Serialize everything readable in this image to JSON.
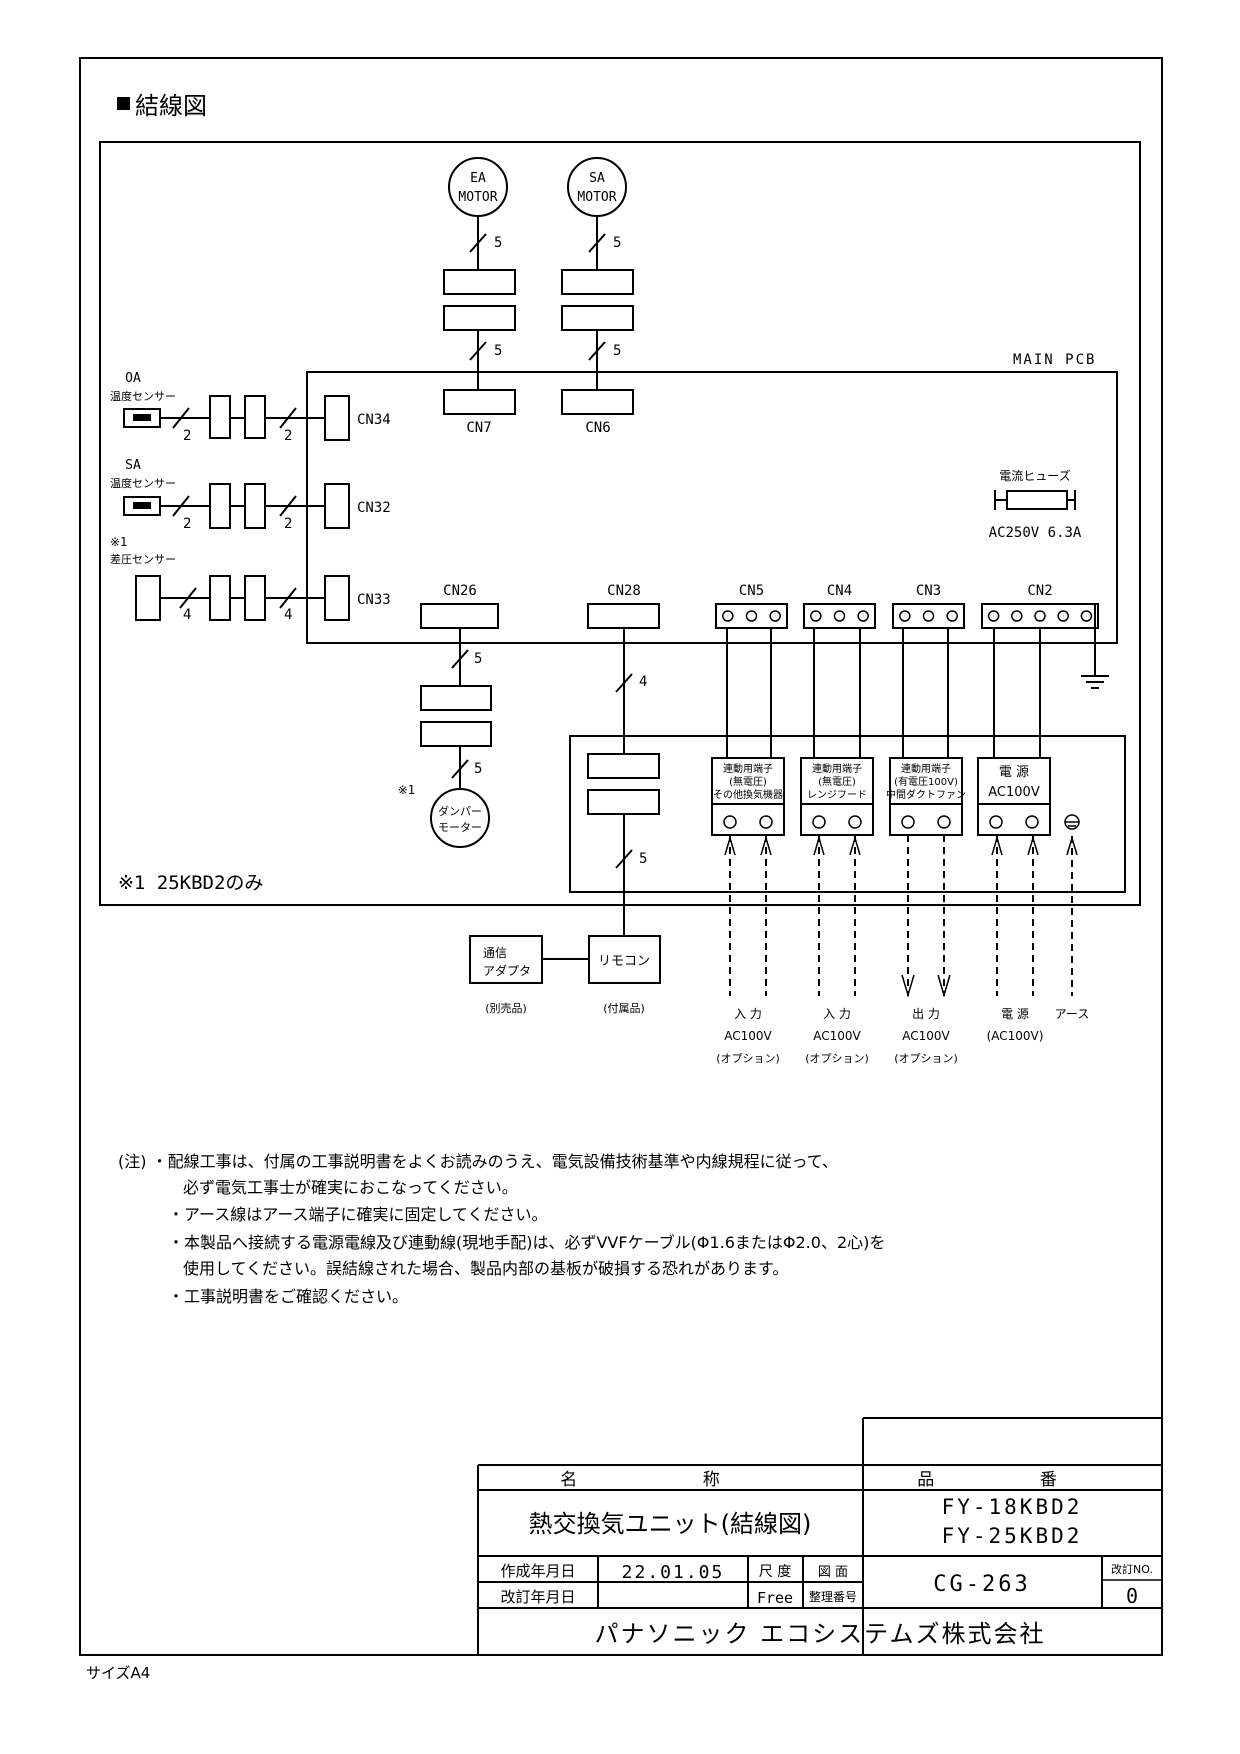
{
  "section_title": "結線図",
  "main_pcb": "MAIN PCB",
  "motors": {
    "ea": [
      "EA",
      "MOTOR"
    ],
    "sa": [
      "SA",
      "MOTOR"
    ]
  },
  "wire_counts": {
    "five": "5",
    "four": "4",
    "two": "2"
  },
  "connectors": {
    "cn34": "CN34",
    "cn32": "CN32",
    "cn33": "CN33",
    "cn7": "CN7",
    "cn6": "CN6",
    "cn26": "CN26",
    "cn28": "CN28",
    "cn5": "CN5",
    "cn4": "CN4",
    "cn3": "CN3",
    "cn2": "CN2"
  },
  "sensors": {
    "oa": [
      "OA",
      "温度センサー"
    ],
    "sa": [
      "SA",
      "温度センサー"
    ],
    "diff": [
      "※1",
      "差圧センサー"
    ]
  },
  "fuse": {
    "label": "電流ヒューズ",
    "rating": "AC250V 6.3A"
  },
  "damper": {
    "mark": "※1",
    "lines": [
      "ダンパー",
      "モーター"
    ]
  },
  "footnote": "※1 25KBD2のみ",
  "terminals": [
    {
      "lines": [
        "連動用端子",
        "(無電圧)",
        "その他換気機器"
      ]
    },
    {
      "lines": [
        "連動用端子",
        "(無電圧)",
        "レンジフード"
      ]
    },
    {
      "lines": [
        "連動用端子",
        "(有電圧100V)",
        "中間ダクトファン"
      ]
    },
    {
      "lines": [
        "電 源",
        "AC100V"
      ]
    }
  ],
  "terminal_io": [
    {
      "lines": [
        "入 力",
        "AC100V",
        "(オプション)"
      ]
    },
    {
      "lines": [
        "入 力",
        "AC100V",
        "(オプション)"
      ]
    },
    {
      "lines": [
        "出 力",
        "AC100V",
        "(オプション)"
      ]
    },
    {
      "lines": [
        "電 源",
        "(AC100V)"
      ]
    },
    {
      "lines": [
        "アース"
      ]
    }
  ],
  "adapter": {
    "lines": [
      "通信",
      "アダプタ"
    ],
    "note": "(別売品)"
  },
  "remote": {
    "label": "リモコン",
    "note": "(付属品)"
  },
  "notes": [
    "(注) ・配線工事は、付属の工事説明書をよくお読みのうえ、電気設備技術基準や内線規程に従って、",
    "必ず電気工事士が確実におこなってください。",
    "・アース線はアース端子に確実に固定してください。",
    "・本製品へ接続する電源電線及び連動線(現地手配)は、必ずVVFケーブル(Φ1.6またはΦ2.0、2心)を",
    "使用してください。誤結線された場合、製品内部の基板が破損する恐れがあります。",
    "・工事説明書をご確認ください。"
  ],
  "title_block": {
    "name_header": "名 称",
    "number_header": "品 番",
    "product_name": "熱交換気ユニット(結線図)",
    "product_numbers": [
      "FY-18KBD2",
      "FY-25KBD2"
    ],
    "created_label": "作成年月日",
    "created_date": "22.01.05",
    "revised_label": "改訂年月日",
    "scale_label": "尺 度",
    "scale_value": "Free",
    "drawing_label": "図 面",
    "drawing_label2": "整理番号",
    "drawing_number": "CG-263",
    "revision_label": "改訂NO.",
    "revision_value": "0",
    "company": "パナソニック エコシステムズ株式会社"
  },
  "paper_size": "サイズA4"
}
